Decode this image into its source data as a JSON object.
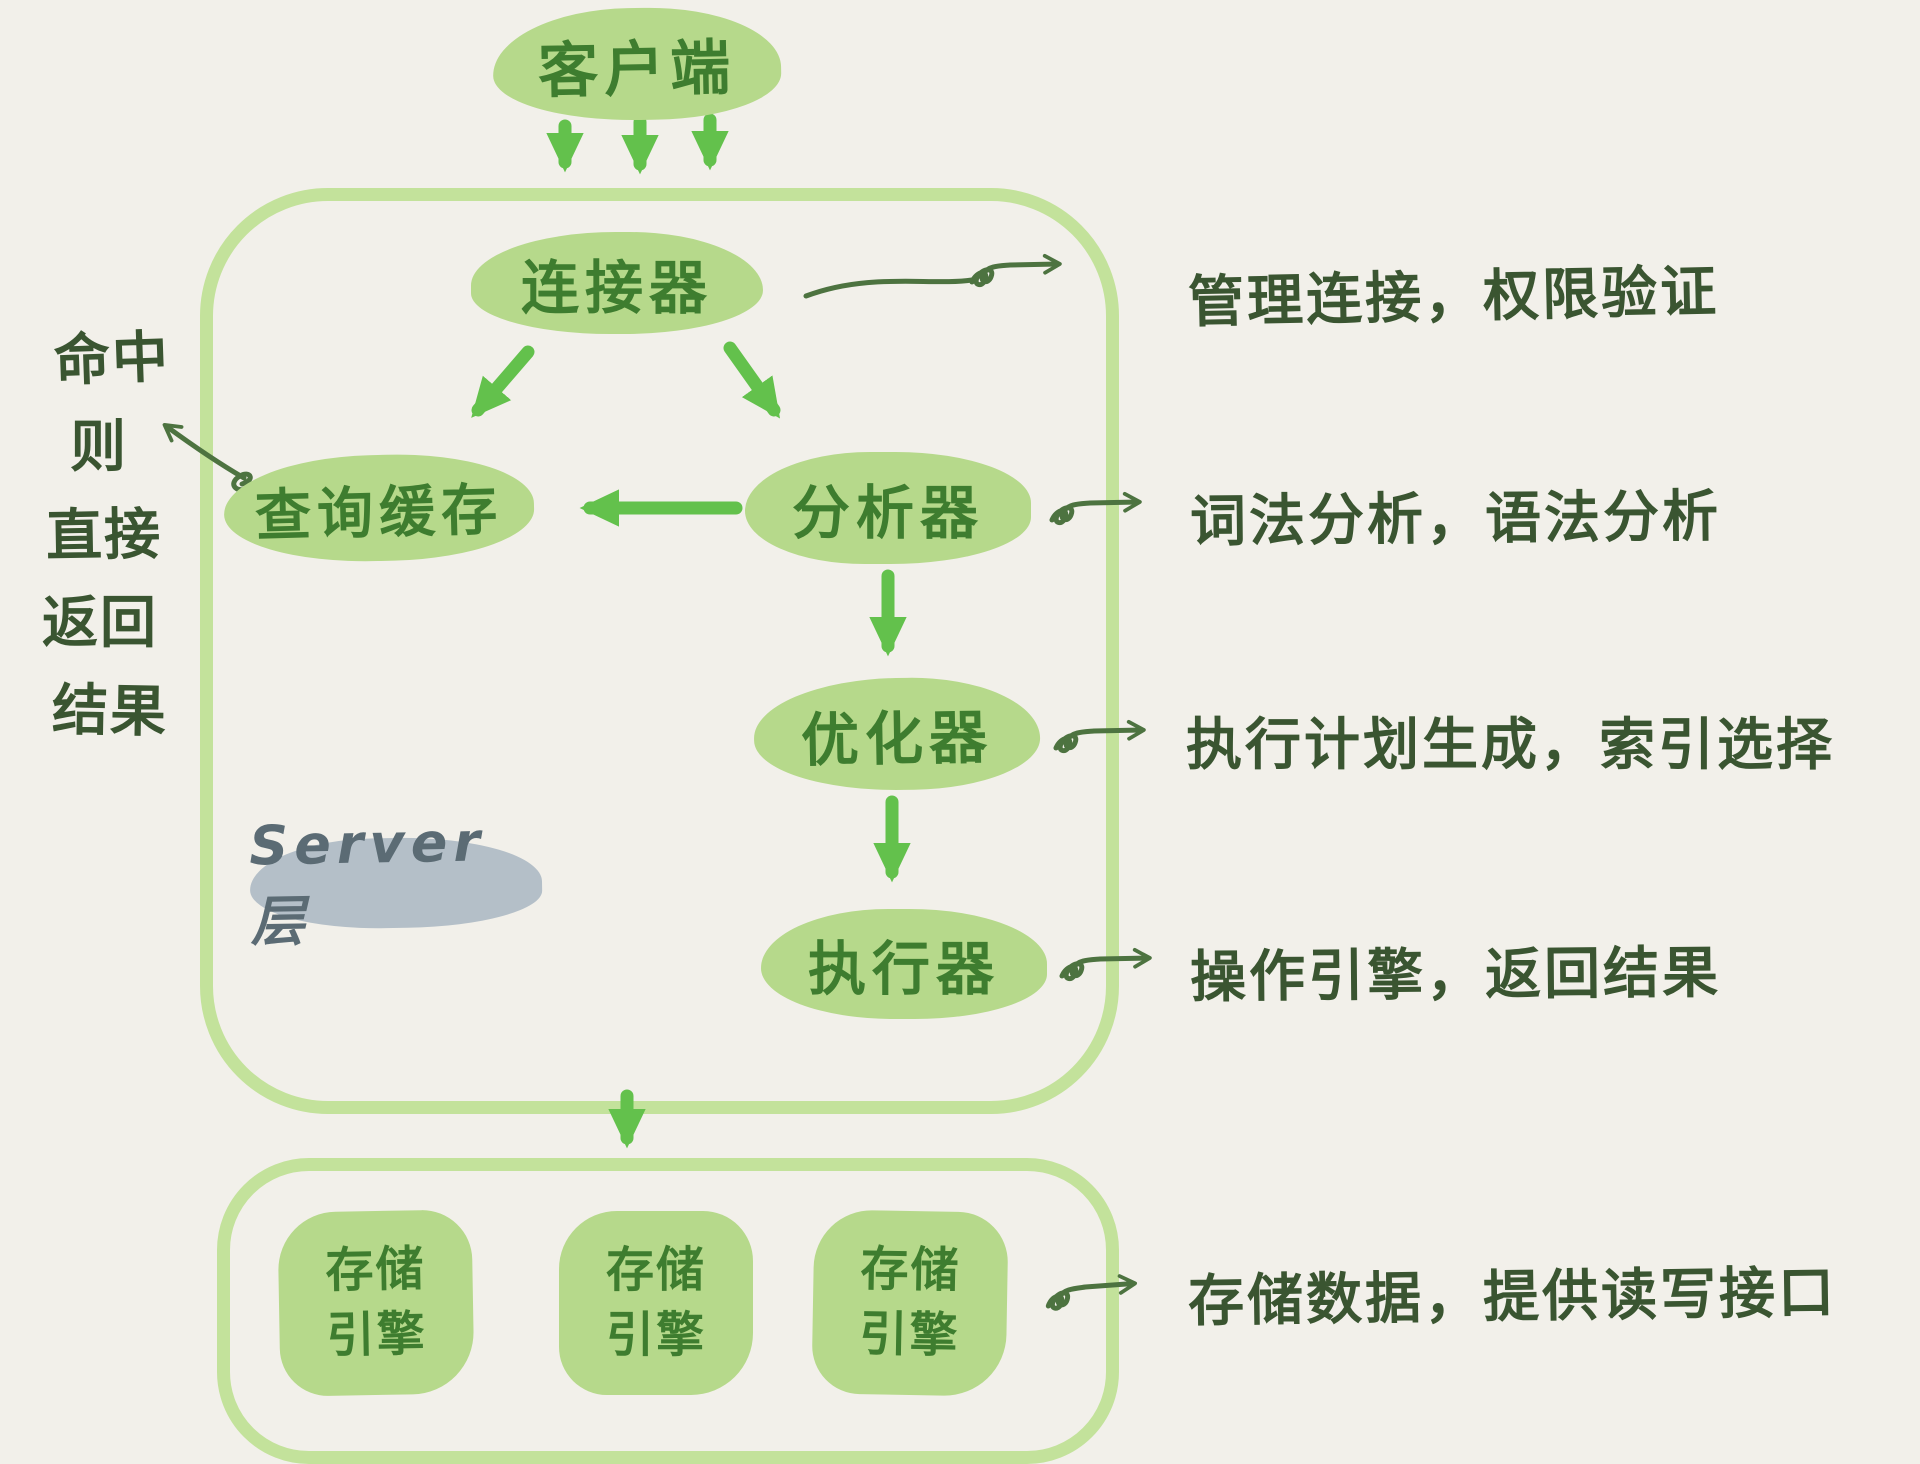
{
  "palette": {
    "background": "#f2f0ea",
    "bubble_green": "#b6d98b",
    "bubble_text": "#3e7d2f",
    "box_border_green": "#c3e29b",
    "arrow_green": "#63c14c",
    "arrow_dark": "#4d7340",
    "note_dark": "#3a5531",
    "server_label_bg": "#b4bfc8",
    "server_label_text": "#5b6b74"
  },
  "nodes": {
    "client": {
      "label": "客户端"
    },
    "connector": {
      "label": "连接器"
    },
    "query_cache": {
      "label": "查询缓存"
    },
    "analyzer": {
      "label": "分析器"
    },
    "optimizer": {
      "label": "优化器"
    },
    "executor": {
      "label": "执行器"
    },
    "server_layer": {
      "label": "Server层"
    },
    "storage_engines": [
      {
        "label": "存储引擎"
      },
      {
        "label": "存储引擎"
      },
      {
        "label": "存储引擎"
      }
    ]
  },
  "annotations": {
    "connector_note": "管理连接，权限验证",
    "analyzer_note": "词法分析，语法分析",
    "optimizer_note": "执行计划生成，索引选择",
    "executor_note": "操作引擎，返回结果",
    "storage_note": "存储数据，提供读写接口",
    "cache_hit_lines": [
      "命中",
      "则",
      "直接",
      "返回",
      "结果"
    ]
  },
  "edges": [
    {
      "from": "客户端",
      "to": "连接器"
    },
    {
      "from": "连接器",
      "to": "查询缓存"
    },
    {
      "from": "连接器",
      "to": "分析器"
    },
    {
      "from": "分析器",
      "to": "查询缓存"
    },
    {
      "from": "分析器",
      "to": "优化器"
    },
    {
      "from": "优化器",
      "to": "执行器"
    },
    {
      "from": "查询缓存",
      "to": "命中则直接返回结果"
    },
    {
      "from": "Server层",
      "to": "存储引擎"
    }
  ]
}
